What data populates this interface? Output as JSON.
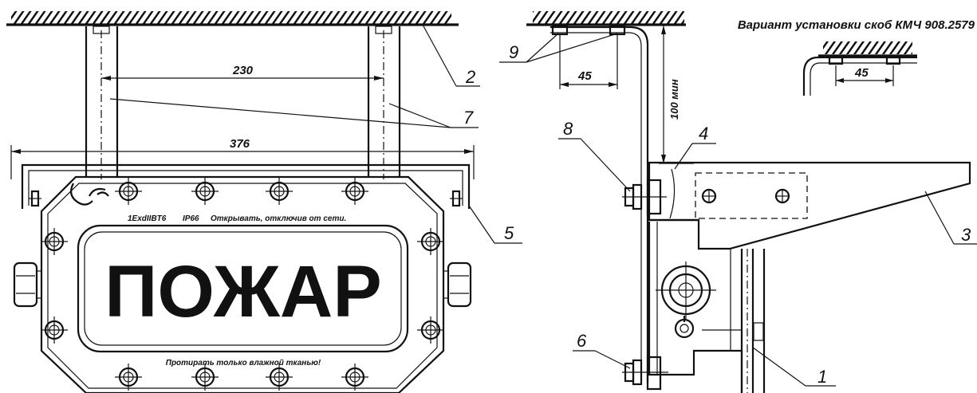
{
  "sign_text": "ПОЖАР",
  "marking": {
    "ex": "1ExdIIBT6",
    "ip": "IP66",
    "warning": "Открывать, отключив от сети."
  },
  "bottom_note": "Протирать только влажной тканью!",
  "variant_caption": "Вариант установки скоб КМЧ 908.2579",
  "dimensions": {
    "d230": "230",
    "d376": "376",
    "d45_side": "45",
    "d45_variant": "45",
    "d100": "100 мин"
  },
  "callouts": {
    "c1": "1",
    "c2": "2",
    "c3": "3",
    "c4": "4",
    "c5": "5",
    "c6": "6",
    "c7": "7",
    "c8": "8",
    "c9": "9"
  }
}
